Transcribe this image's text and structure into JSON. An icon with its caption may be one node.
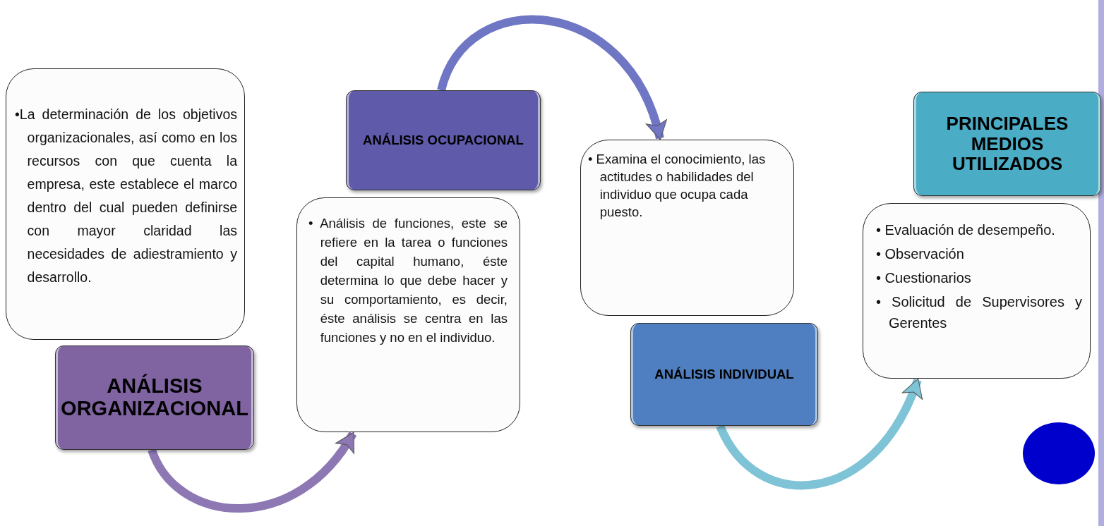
{
  "diagram": {
    "nodes": [
      {
        "text": [
          "•La determinación de los objetivos organizacionales, así como en los recursos con que cuenta la empresa, este establece el marco dentro del cual pueden definirse con mayor claridad las necesidades de adiestramiento y desarrollo."
        ]
      },
      {
        "text": [
          "ANÁLISIS ORGANIZACIONAL"
        ]
      },
      {
        "text": [
          "• Análisis de funciones, este se refiere en la tarea o funciones del capital humano, éste determina lo que debe hacer y su comportamiento, es decir, éste análisis se centra en las funciones y no en el individuo."
        ]
      },
      {
        "text": [
          "ANÁLISIS OCUPACIONAL"
        ]
      },
      {
        "text": [
          "• Examina el conocimiento, las actitudes o habilidades del individuo que ocupa cada puesto."
        ]
      },
      {
        "text": [
          "ANÁLISIS INDIVIDUAL"
        ]
      },
      {
        "text": [
          "• Evaluación de desempeño.",
          "• Observación",
          "• Cuestionarios",
          "• Solicitud de Supervisores y Gerentes"
        ]
      },
      {
        "text": [
          "PRINCIPALES MEDIOS UTILIZADOS"
        ]
      },
      {
        "text": [],
        "shape": "circle"
      }
    ],
    "edges": [
      {
        "from": 1,
        "to": 2,
        "arrow": "to",
        "color": "#8e78b4"
      },
      {
        "from": 3,
        "to": 4,
        "arrow": "to",
        "color": "#6f76c4"
      },
      {
        "from": 5,
        "to": 6,
        "arrow": "to",
        "color": "#7fc3d6"
      }
    ]
  }
}
